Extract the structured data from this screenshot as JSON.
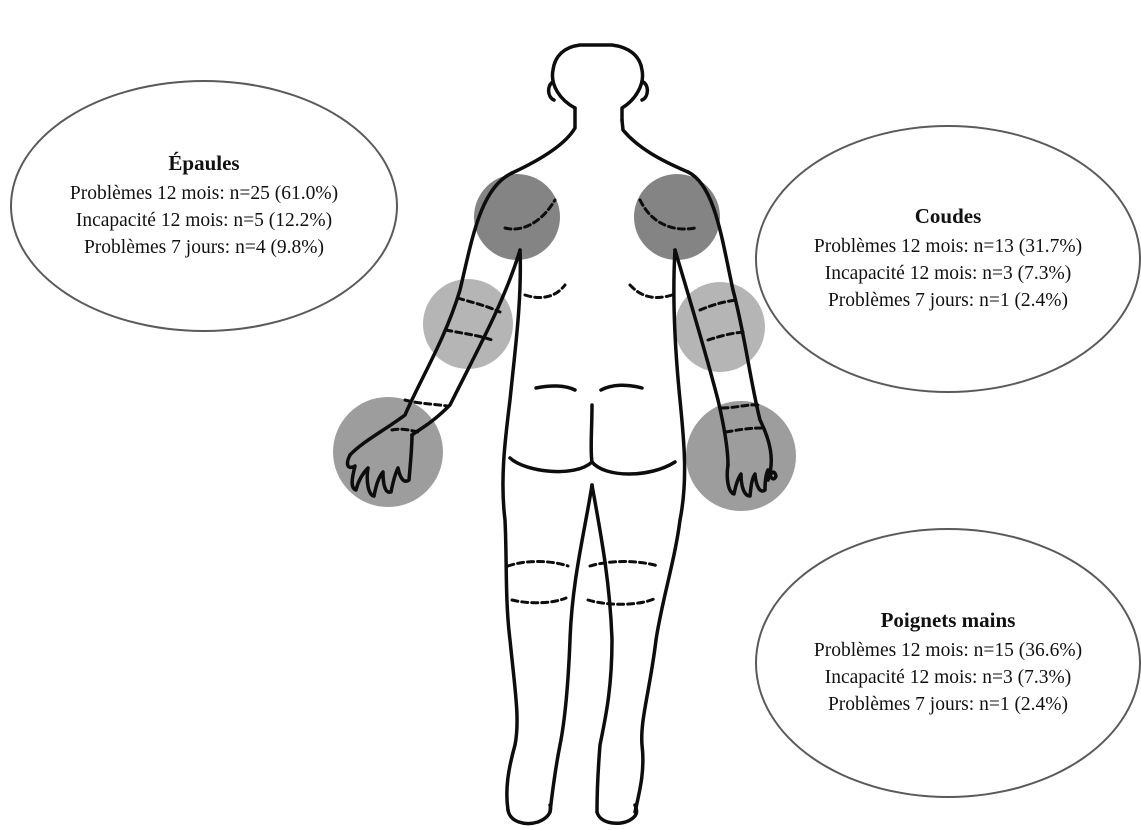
{
  "colors": {
    "outline": "#0d0d0d",
    "highlight_dark": "#6f6f6f",
    "highlight_light": "#a9a9a9"
  },
  "regions": [
    {
      "key": "epaules",
      "title": "Épaules",
      "lines": [
        "Problèmes 12 mois: n=25 (61.0%)",
        "Incapacité 12 mois: n=5 (12.2%)",
        "Problèmes 7 jours: n=4 (9.8%)"
      ],
      "values": [
        {
          "n": 25,
          "percent": 61.0
        },
        {
          "n": 5,
          "percent": 12.2
        },
        {
          "n": 4,
          "percent": 9.8
        }
      ]
    },
    {
      "key": "coudes",
      "title": "Coudes",
      "lines": [
        "Problèmes 12 mois: n=13 (31.7%)",
        "Incapacité 12 mois: n=3 (7.3%)",
        "Problèmes 7 jours: n=1 (2.4%)"
      ],
      "values": [
        {
          "n": 13,
          "percent": 31.7
        },
        {
          "n": 3,
          "percent": 7.3
        },
        {
          "n": 1,
          "percent": 2.4
        }
      ]
    },
    {
      "key": "poignets",
      "title": "Poignets mains",
      "lines": [
        "Problèmes 12 mois: n=15 (36.6%)",
        "Incapacité 12 mois: n=3 (7.3%)",
        "Problèmes 7 jours: n=1 (2.4%)"
      ],
      "values": [
        {
          "n": 15,
          "percent": 36.6
        },
        {
          "n": 3,
          "percent": 7.3
        },
        {
          "n": 1,
          "percent": 2.4
        }
      ]
    }
  ]
}
